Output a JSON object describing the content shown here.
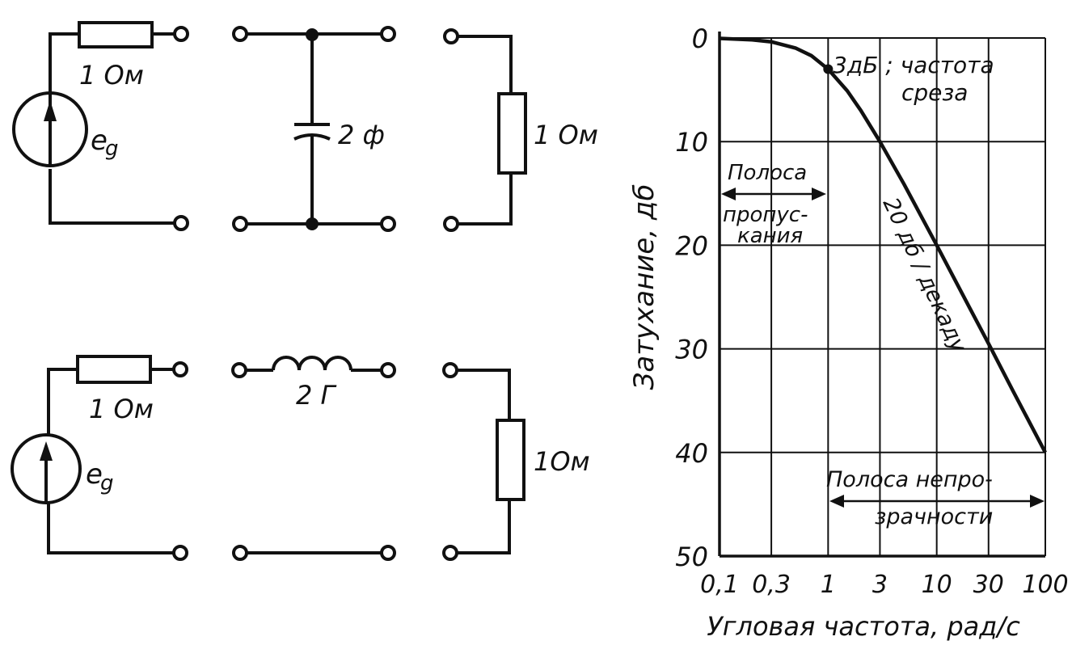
{
  "circuit_top": {
    "source_label": "e",
    "source_subscript": "g",
    "series_resistor": "1 Ом",
    "capacitor": "2 ф",
    "load_resistor": "1 Ом"
  },
  "circuit_bottom": {
    "source_label": "e",
    "source_subscript": "g",
    "series_resistor": "1 Ом",
    "inductor": "2 Г",
    "load_resistor": "1Ом"
  },
  "chart_data": {
    "type": "line",
    "xlabel": "Угловая частота, рад/с",
    "ylabel": "Затухание, дб",
    "x_scale": "log",
    "y_inverted": true,
    "xlim": [
      0.1,
      100
    ],
    "ylim": [
      0,
      50
    ],
    "x_ticks": [
      "0,1",
      "0,3",
      "1",
      "3",
      "10",
      "30",
      "100"
    ],
    "x_tick_values": [
      0.1,
      0.3,
      1,
      3,
      10,
      30,
      100
    ],
    "y_ticks": [
      "0",
      "10",
      "20",
      "30",
      "40",
      "50"
    ],
    "y_tick_values": [
      0,
      10,
      20,
      30,
      40,
      50
    ],
    "grid": true,
    "series": [
      {
        "x": [
          0.1,
          0.2,
          0.3,
          0.5,
          0.7,
          1,
          1.5,
          2,
          3,
          5,
          10,
          20,
          30,
          50,
          100
        ],
        "y": [
          0.04,
          0.17,
          0.37,
          0.97,
          1.7,
          3.0,
          5.1,
          7.0,
          10.0,
          14.1,
          20.0,
          26.0,
          29.5,
          34.0,
          40.0
        ]
      }
    ],
    "annotations": {
      "cutoff_line1": "3дБ ; частота",
      "cutoff_line2": "среза",
      "cutoff_point": {
        "x": 1,
        "y": 3
      },
      "passband_line1": "Полоса",
      "passband_line2": "пропус-",
      "passband_line3": "кания",
      "stopband_line1": "Полоса непро-",
      "stopband_line2": "зрачности",
      "slope": "20 дб / декаду"
    }
  }
}
